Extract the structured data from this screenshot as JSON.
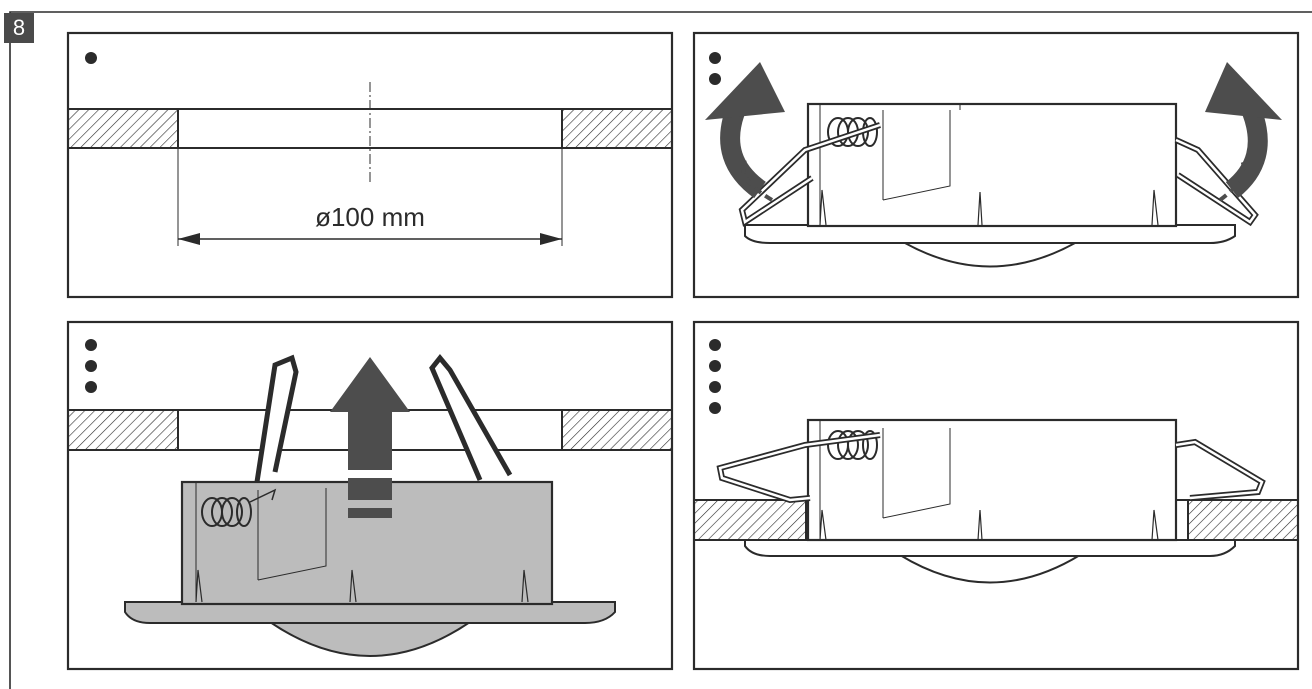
{
  "figure_number": "8",
  "panels": [
    {
      "step": 1,
      "dimension_label": "ø100 mm"
    },
    {
      "step": 2
    },
    {
      "step": 3
    },
    {
      "step": 4
    }
  ],
  "colors": {
    "line": "#2b2b2b",
    "arrow": "#4d4d4d",
    "arrow_light": "#8a8a8a",
    "housing_fill_step3": "#bcbcbc",
    "housing_fill": "#ffffff",
    "background": "#ffffff"
  }
}
